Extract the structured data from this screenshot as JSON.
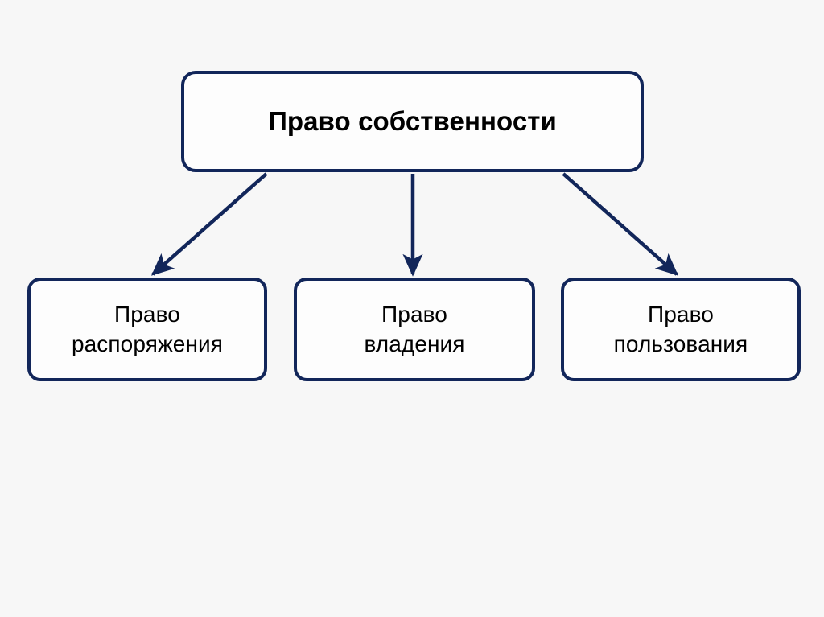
{
  "diagram": {
    "type": "hierarchy-tree",
    "orientation": "top-down",
    "background_color": "#f7f7f7",
    "line_color": "#12265a",
    "box_fill_color": "#fdfdfd",
    "text_color": "#000000",
    "root": {
      "id": "root",
      "label": "Право собственности",
      "bold": true
    },
    "children": [
      {
        "id": "disposal",
        "label": "Право\nраспоряжения",
        "bold": false
      },
      {
        "id": "possession",
        "label": "Право\nвладения",
        "bold": false
      },
      {
        "id": "use",
        "label": "Право\nпользования",
        "bold": false
      }
    ],
    "connectors": [
      {
        "id": "root-to-disposal",
        "from": "root",
        "to": "disposal",
        "style": "arrow",
        "shape": "diagonal-left"
      },
      {
        "id": "root-to-possession",
        "from": "root",
        "to": "possession",
        "style": "arrow",
        "shape": "vertical"
      },
      {
        "id": "root-to-use",
        "from": "root",
        "to": "use",
        "style": "arrow",
        "shape": "diagonal-right"
      }
    ]
  }
}
